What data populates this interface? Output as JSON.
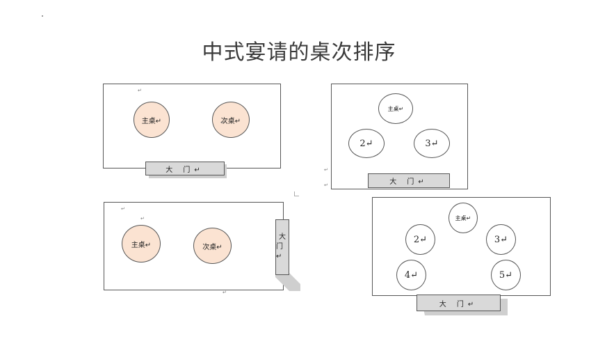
{
  "title": "中式宴请的桌次排序",
  "para_mark": "↵",
  "diagram1": {
    "main_table": "主桌↵",
    "second_table": "次桌↵",
    "door": "大 门↵"
  },
  "diagram2": {
    "main_table": "主桌↵",
    "table2": "2↵",
    "table3": "3↵",
    "door": "大 门↵"
  },
  "diagram3": {
    "main_table": "主桌↵",
    "second_table": "次桌↵",
    "door_line1": "大",
    "door_line2": "门↵"
  },
  "diagram4": {
    "main_table": "主桌↵",
    "table2": "2↵",
    "table3": "3↵",
    "table4": "4↵",
    "table5": "5↵",
    "door": "大 门↵"
  }
}
